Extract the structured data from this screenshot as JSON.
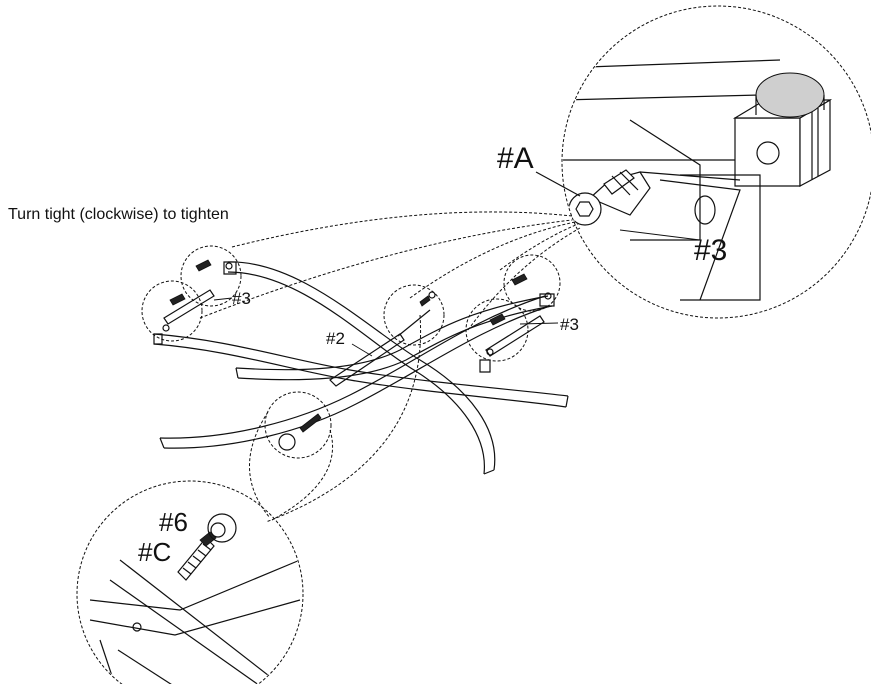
{
  "caption": "Turn tight (clockwise) to tighten",
  "labels": {
    "bolt_a": "#A",
    "bracket_zoom": "#3",
    "bracket_left": "#3",
    "bracket_right": "#3",
    "crossbar": "#2",
    "cap": "#6",
    "bolt_c": "#C"
  }
}
